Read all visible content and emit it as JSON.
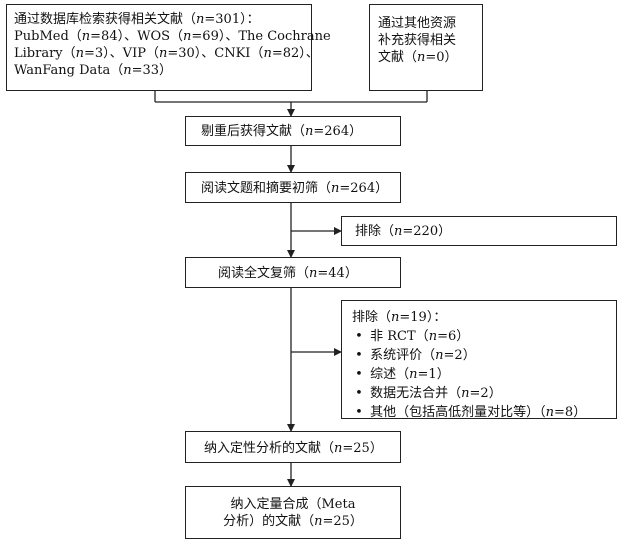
{
  "boxes": {
    "database_search": {
      "lines": [
        "通过数据库检索获得相关文献（n=301）：",
        "PubMed（n=84）、WOS（n=69）、The Cochrane",
        "Library（n=3）、VIP（n=30）、CNKI（n=82）、",
        "WanFang Data（n=33）"
      ]
    },
    "other_sources": {
      "lines": [
        "通过其他资源",
        "补充获得相关",
        "文献（n=0）"
      ]
    },
    "after_dedup": {
      "text": "剔重后获得文献（n=264）"
    },
    "title_abstract_screen": {
      "text": "阅读文题和摘要初筛（n=264）"
    },
    "excluded_first": {
      "text": "排除（n=220）"
    },
    "fulltext_screen": {
      "text": "阅读全文复筛（n=44）"
    },
    "excluded_second": {
      "title": "排除（n=19）：",
      "bullet": "•",
      "items": [
        "非 RCT（n=6）",
        "系统评价（n=2）",
        "综述（n=1）",
        "数据无法合并（n=2）",
        "其他（包括高低剂量对比等）（n=8）"
      ]
    },
    "qualitative": {
      "text": "纳入定性分析的文献（n=25）"
    },
    "quantitative": {
      "lines": [
        "纳入定量合成（Meta",
        "分析）的文献（n=25）"
      ]
    }
  },
  "colors": {
    "line": "#222222",
    "text": "#111111",
    "background": "#ffffff"
  }
}
